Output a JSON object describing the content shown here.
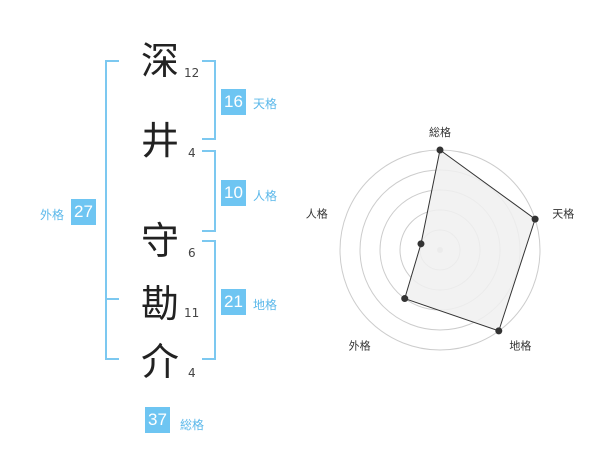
{
  "name": {
    "characters": [
      {
        "char": "深",
        "strokes": "12"
      },
      {
        "char": "井",
        "strokes": "4"
      },
      {
        "char": "守",
        "strokes": "6"
      },
      {
        "char": "勘",
        "strokes": "11"
      },
      {
        "char": "介",
        "strokes": "4"
      }
    ]
  },
  "fortunes": {
    "tenkaku": {
      "value": "16",
      "label": "天格"
    },
    "jinkaku": {
      "value": "10",
      "label": "人格"
    },
    "chikaku": {
      "value": "21",
      "label": "地格"
    },
    "gaikaku": {
      "value": "27",
      "label": "外格"
    },
    "soukaku": {
      "value": "37",
      "label": "総格"
    }
  },
  "colors": {
    "accent": "#6ec5f2",
    "bracket": "#7cc8f0",
    "label": "#5bb8ea"
  },
  "chart_data": {
    "type": "radar",
    "axes": [
      "総格",
      "天格",
      "地格",
      "外格",
      "人格"
    ],
    "values": [
      5,
      5,
      5,
      3,
      1
    ],
    "max": 5,
    "rings": 5,
    "fill": "#f0f0f0",
    "line": "#333333"
  }
}
